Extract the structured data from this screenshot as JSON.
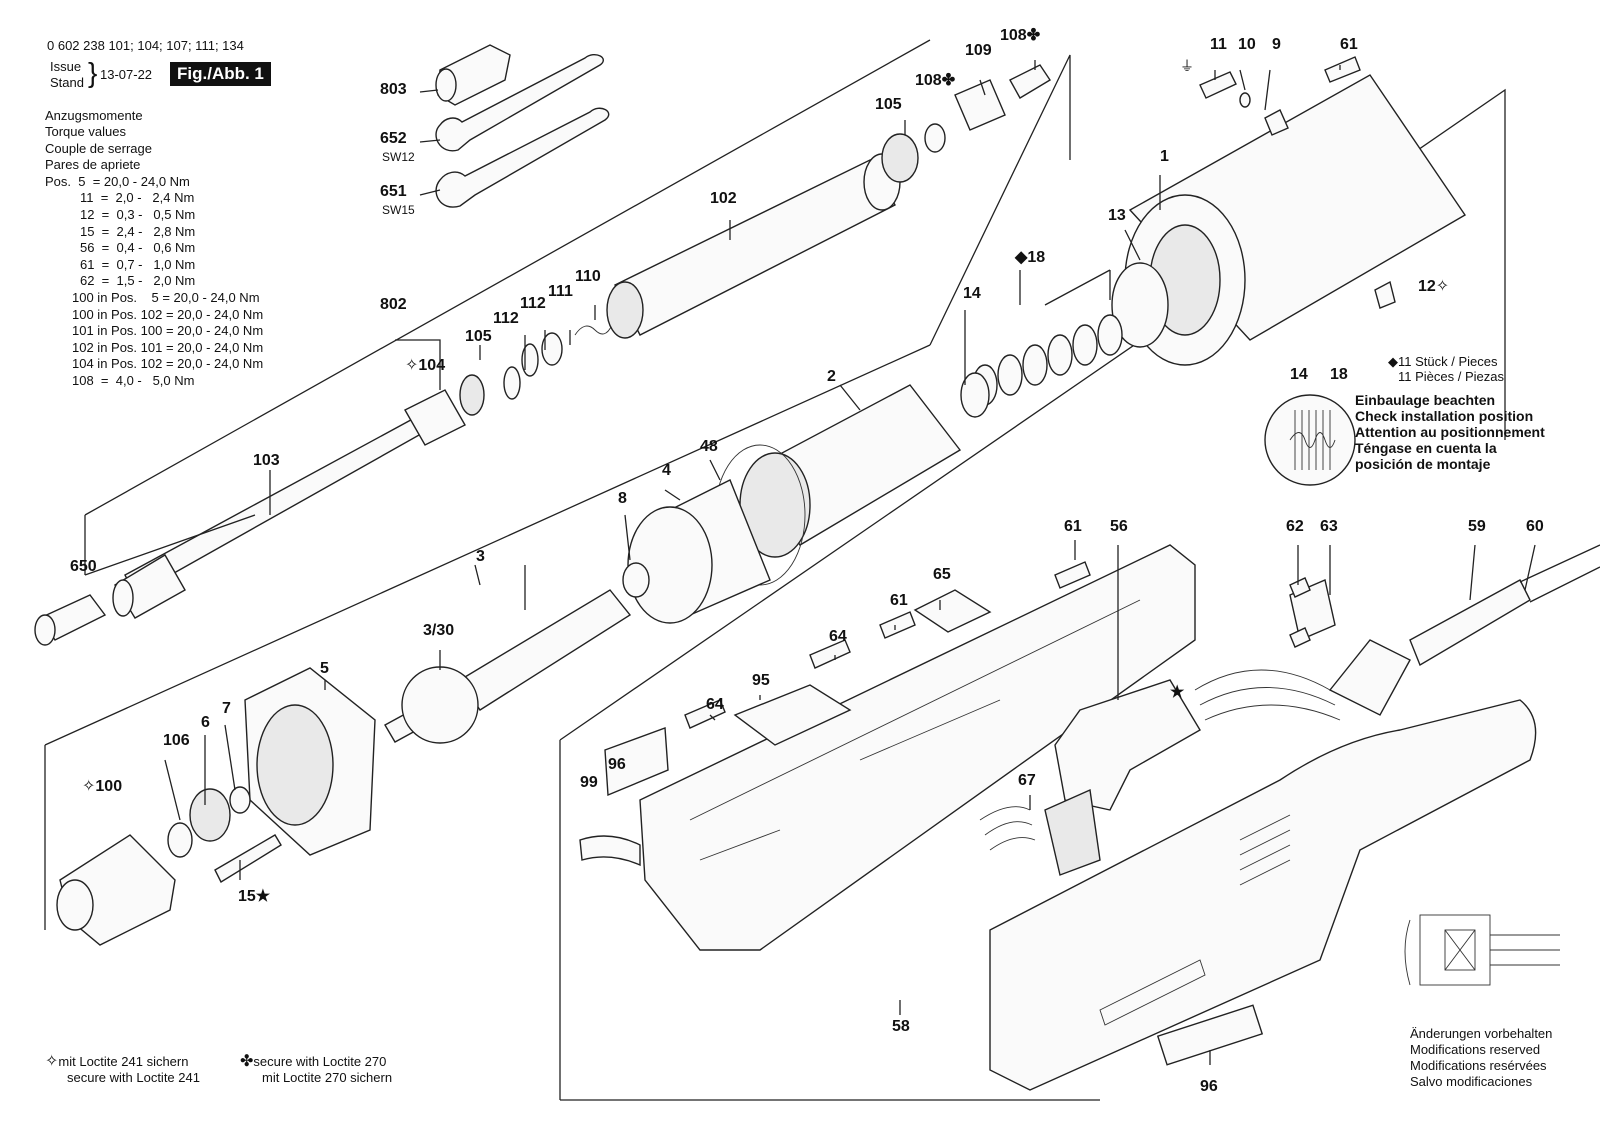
{
  "header": {
    "model_numbers": "0 602 238 101; 104; 107; 111; 134",
    "issue_word": "Issue",
    "stand_word": "Stand",
    "date": "13-07-22",
    "figure_label": "Fig./Abb. 1"
  },
  "torque": {
    "title_lines": [
      "Anzugsmomente",
      "Torque values",
      "Couple de serrage",
      "Pares de apriete"
    ],
    "rows": [
      "Pos.  5  = 20,0 - 24,0 Nm",
      "11  =  2,0 -   2,4 Nm",
      "12  =  0,3 -   0,5 Nm",
      "15  =  2,4 -   2,8 Nm",
      "56  =  0,4 -   0,6 Nm",
      "61  =  0,7 -   1,0 Nm",
      "62  =  1,5 -   2,0 Nm",
      "100 in Pos.    5 = 20,0 - 24,0 Nm",
      "100 in Pos. 102 = 20,0 - 24,0 Nm",
      "101 in Pos. 100 = 20,0 - 24,0 Nm",
      "102 in Pos. 101 = 20,0 - 24,0 Nm",
      "104 in Pos. 102 = 20,0 - 24,0 Nm",
      "108  =  4,0 -   5,0 Nm"
    ]
  },
  "labels": {
    "p803": "803",
    "p652": "652",
    "sw12": "SW12",
    "p651": "651",
    "sw15": "SW15",
    "p802": "802",
    "p104": "104",
    "p105a": "105",
    "p112a": "112",
    "p112b": "112",
    "p111": "111",
    "p110": "110",
    "p102": "102",
    "p105b": "105",
    "p108a": "108",
    "p109": "109",
    "p108b": "108",
    "p103": "103",
    "p650": "650",
    "p11": "11",
    "p10": "10",
    "p9": "9",
    "p61a": "61",
    "p1": "1",
    "p13": "13",
    "p18": "18",
    "p14a": "14",
    "p12": "12",
    "p2": "2",
    "p48": "48",
    "p4": "4",
    "p8": "8",
    "p3": "3",
    "p330": "3/30",
    "p5": "5",
    "p106": "106",
    "p6": "6",
    "p7": "7",
    "p100": "100",
    "p15": "15",
    "p61b": "61",
    "p56": "56",
    "p62": "62",
    "p63": "63",
    "p59": "59",
    "p60": "60",
    "p65": "65",
    "p61c": "61",
    "p64a": "64",
    "p95": "95",
    "p64b": "64",
    "p96a": "96",
    "p99": "99",
    "p67": "67",
    "p58": "58",
    "p96b": "96",
    "p14b": "14",
    "p18b": "18"
  },
  "notes": {
    "count_lines": [
      "11 Stück / Pieces",
      "11 Pièces / Piezas"
    ],
    "install_lines": [
      "Einbaulage beachten",
      "Check installation position",
      "Attention au positionnement",
      "Téngase en cuenta la",
      "posición de montaje"
    ],
    "loctite241": [
      "mit Loctite 241 sichern",
      "secure with Loctite 241"
    ],
    "loctite270": [
      "secure with Loctite 270",
      "mit Loctite 270 sichern"
    ],
    "modifications": [
      "Änderungen vorbehalten",
      "Modifications reserved",
      "Modifications resérvées",
      "Salvo modificaciones"
    ]
  }
}
